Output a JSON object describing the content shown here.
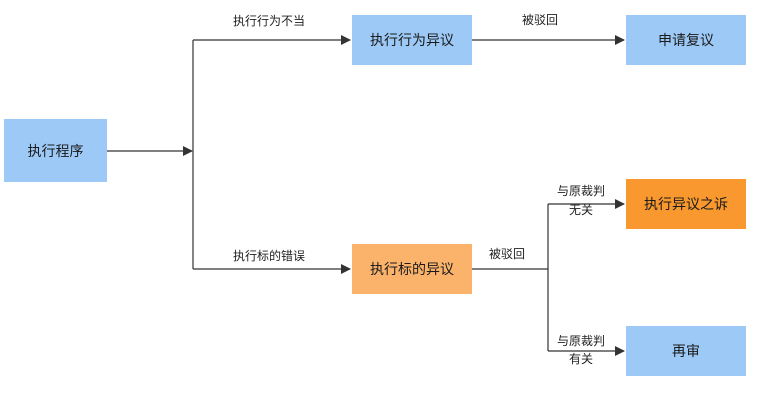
{
  "nodes": {
    "start": "执行程序",
    "objection_conduct": "执行行为异议",
    "review_application": "申请复议",
    "objection_subject": "执行标的异议",
    "objection_lawsuit": "执行异议之诉",
    "retrial": "再审"
  },
  "edge_labels": {
    "improper_conduct": "执行行为不当",
    "subject_error": "执行标的错误",
    "rejected_1": "被驳回",
    "rejected_2": "被驳回",
    "unrelated_line1": "与原裁判",
    "unrelated_line2": "无关",
    "related_line1": "与原裁判",
    "related_line2": "有关"
  },
  "colors": {
    "blue": "#9cc9f5",
    "light_orange": "#fbb36b",
    "orange": "#f8982f",
    "line": "#333333"
  }
}
